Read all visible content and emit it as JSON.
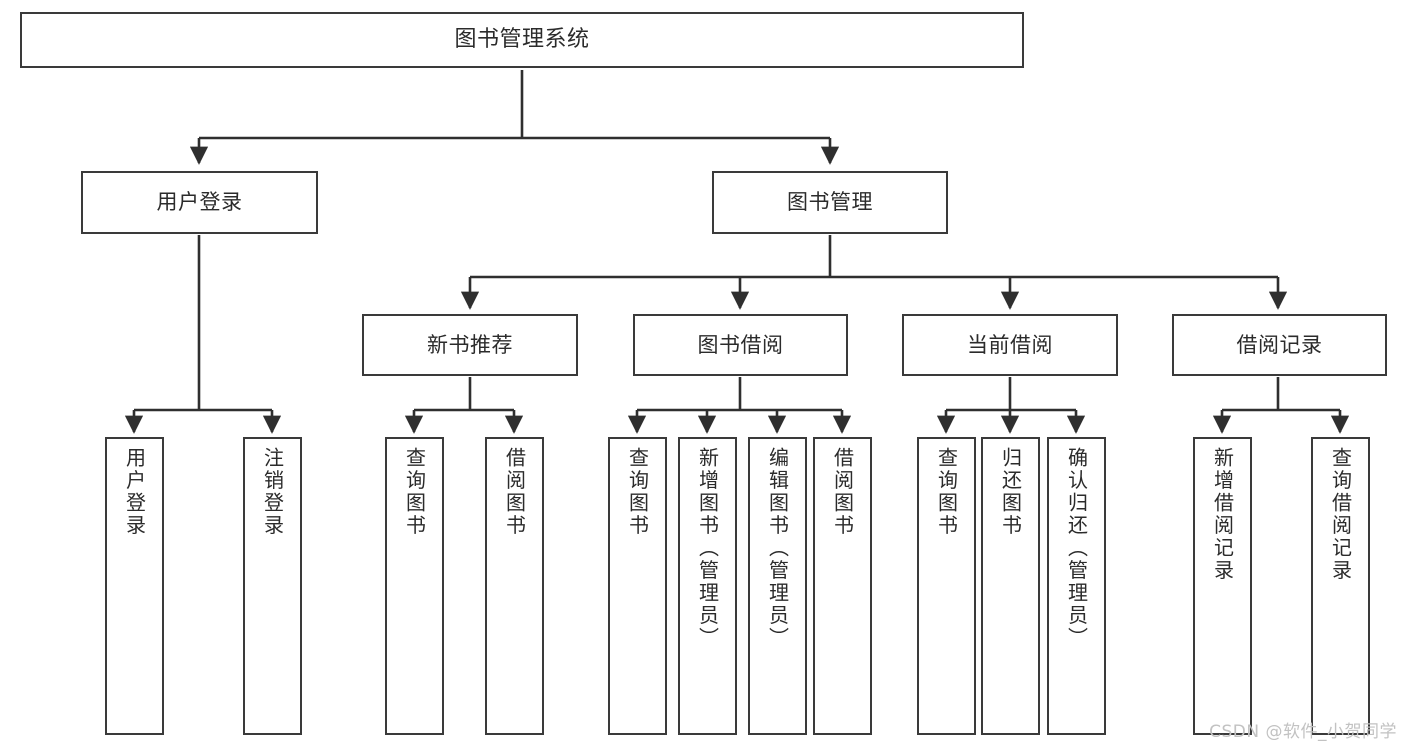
{
  "diagram": {
    "title": "图书管理系统",
    "type": "tree-hierarchy",
    "root": {
      "label": "图书管理系统"
    },
    "level2": [
      {
        "label": "用户登录"
      },
      {
        "label": "图书管理"
      }
    ],
    "level3": [
      {
        "label": "新书推荐"
      },
      {
        "label": "图书借阅"
      },
      {
        "label": "当前借阅"
      },
      {
        "label": "借阅记录"
      }
    ],
    "leaves": {
      "user_login": [
        {
          "label": "用户登录"
        },
        {
          "label": "注销登录"
        }
      ],
      "new_book_recommend": [
        {
          "label": "查询图书"
        },
        {
          "label": "借阅图书"
        }
      ],
      "book_borrow": [
        {
          "label": "查询图书"
        },
        {
          "label": "新增图书（管理员）"
        },
        {
          "label": "编辑图书（管理员）"
        },
        {
          "label": "借阅图书"
        }
      ],
      "current_borrow": [
        {
          "label": "查询图书"
        },
        {
          "label": "归还图书"
        },
        {
          "label": "确认归还（管理员）"
        }
      ],
      "borrow_record": [
        {
          "label": "新增借阅记录"
        },
        {
          "label": "查询借阅记录"
        }
      ]
    }
  },
  "watermark": {
    "text": "CSDN @软件_小贺同学"
  },
  "colors": {
    "box_border": "#3a3a3a",
    "box_fill": "#ffffff",
    "text": "#2b2b2b",
    "connector": "#2f2f2f",
    "watermark": "#c2c2c2"
  }
}
